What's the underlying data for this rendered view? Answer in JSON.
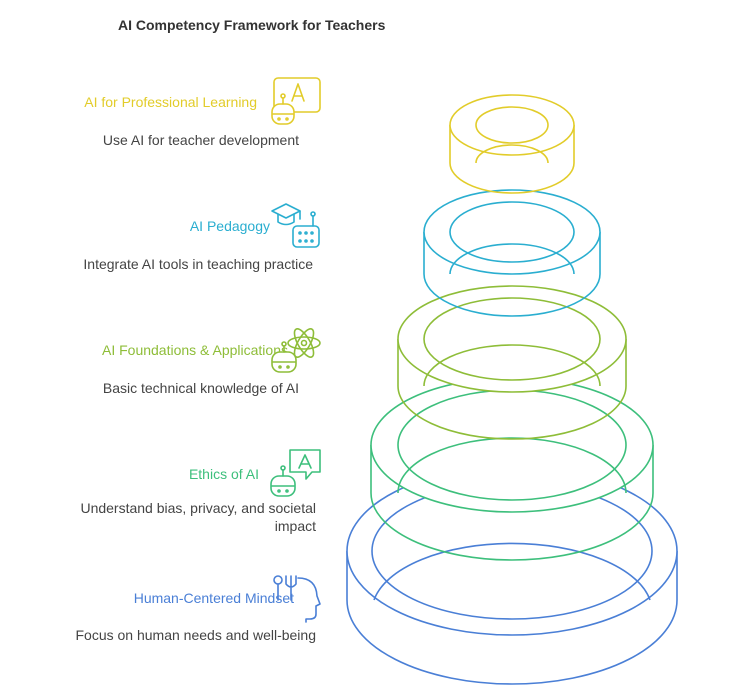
{
  "title": "AI Competency Framework for Teachers",
  "levels": [
    {
      "title": "AI for Professional Learning",
      "desc": "Use AI for teacher development",
      "color": "#e2cc2a",
      "icon": "robot-letter-icon"
    },
    {
      "title": "AI Pedagogy",
      "desc": "Integrate AI tools in teaching practice",
      "color": "#2aaed0",
      "icon": "graduation-robot-icon"
    },
    {
      "title": "AI Foundations & Applications",
      "desc": "Basic technical knowledge of AI",
      "color": "#8ebd38",
      "icon": "robot-atom-icon"
    },
    {
      "title": "Ethics of AI",
      "desc": "Understand bias, privacy, and societal impact",
      "color": "#3dbf7c",
      "icon": "robot-letter-icon"
    },
    {
      "title": "Human-Centered Mindset",
      "desc": "Focus on human needs and well-being",
      "color": "#4a7fd6",
      "icon": "head-tools-icon"
    }
  ]
}
